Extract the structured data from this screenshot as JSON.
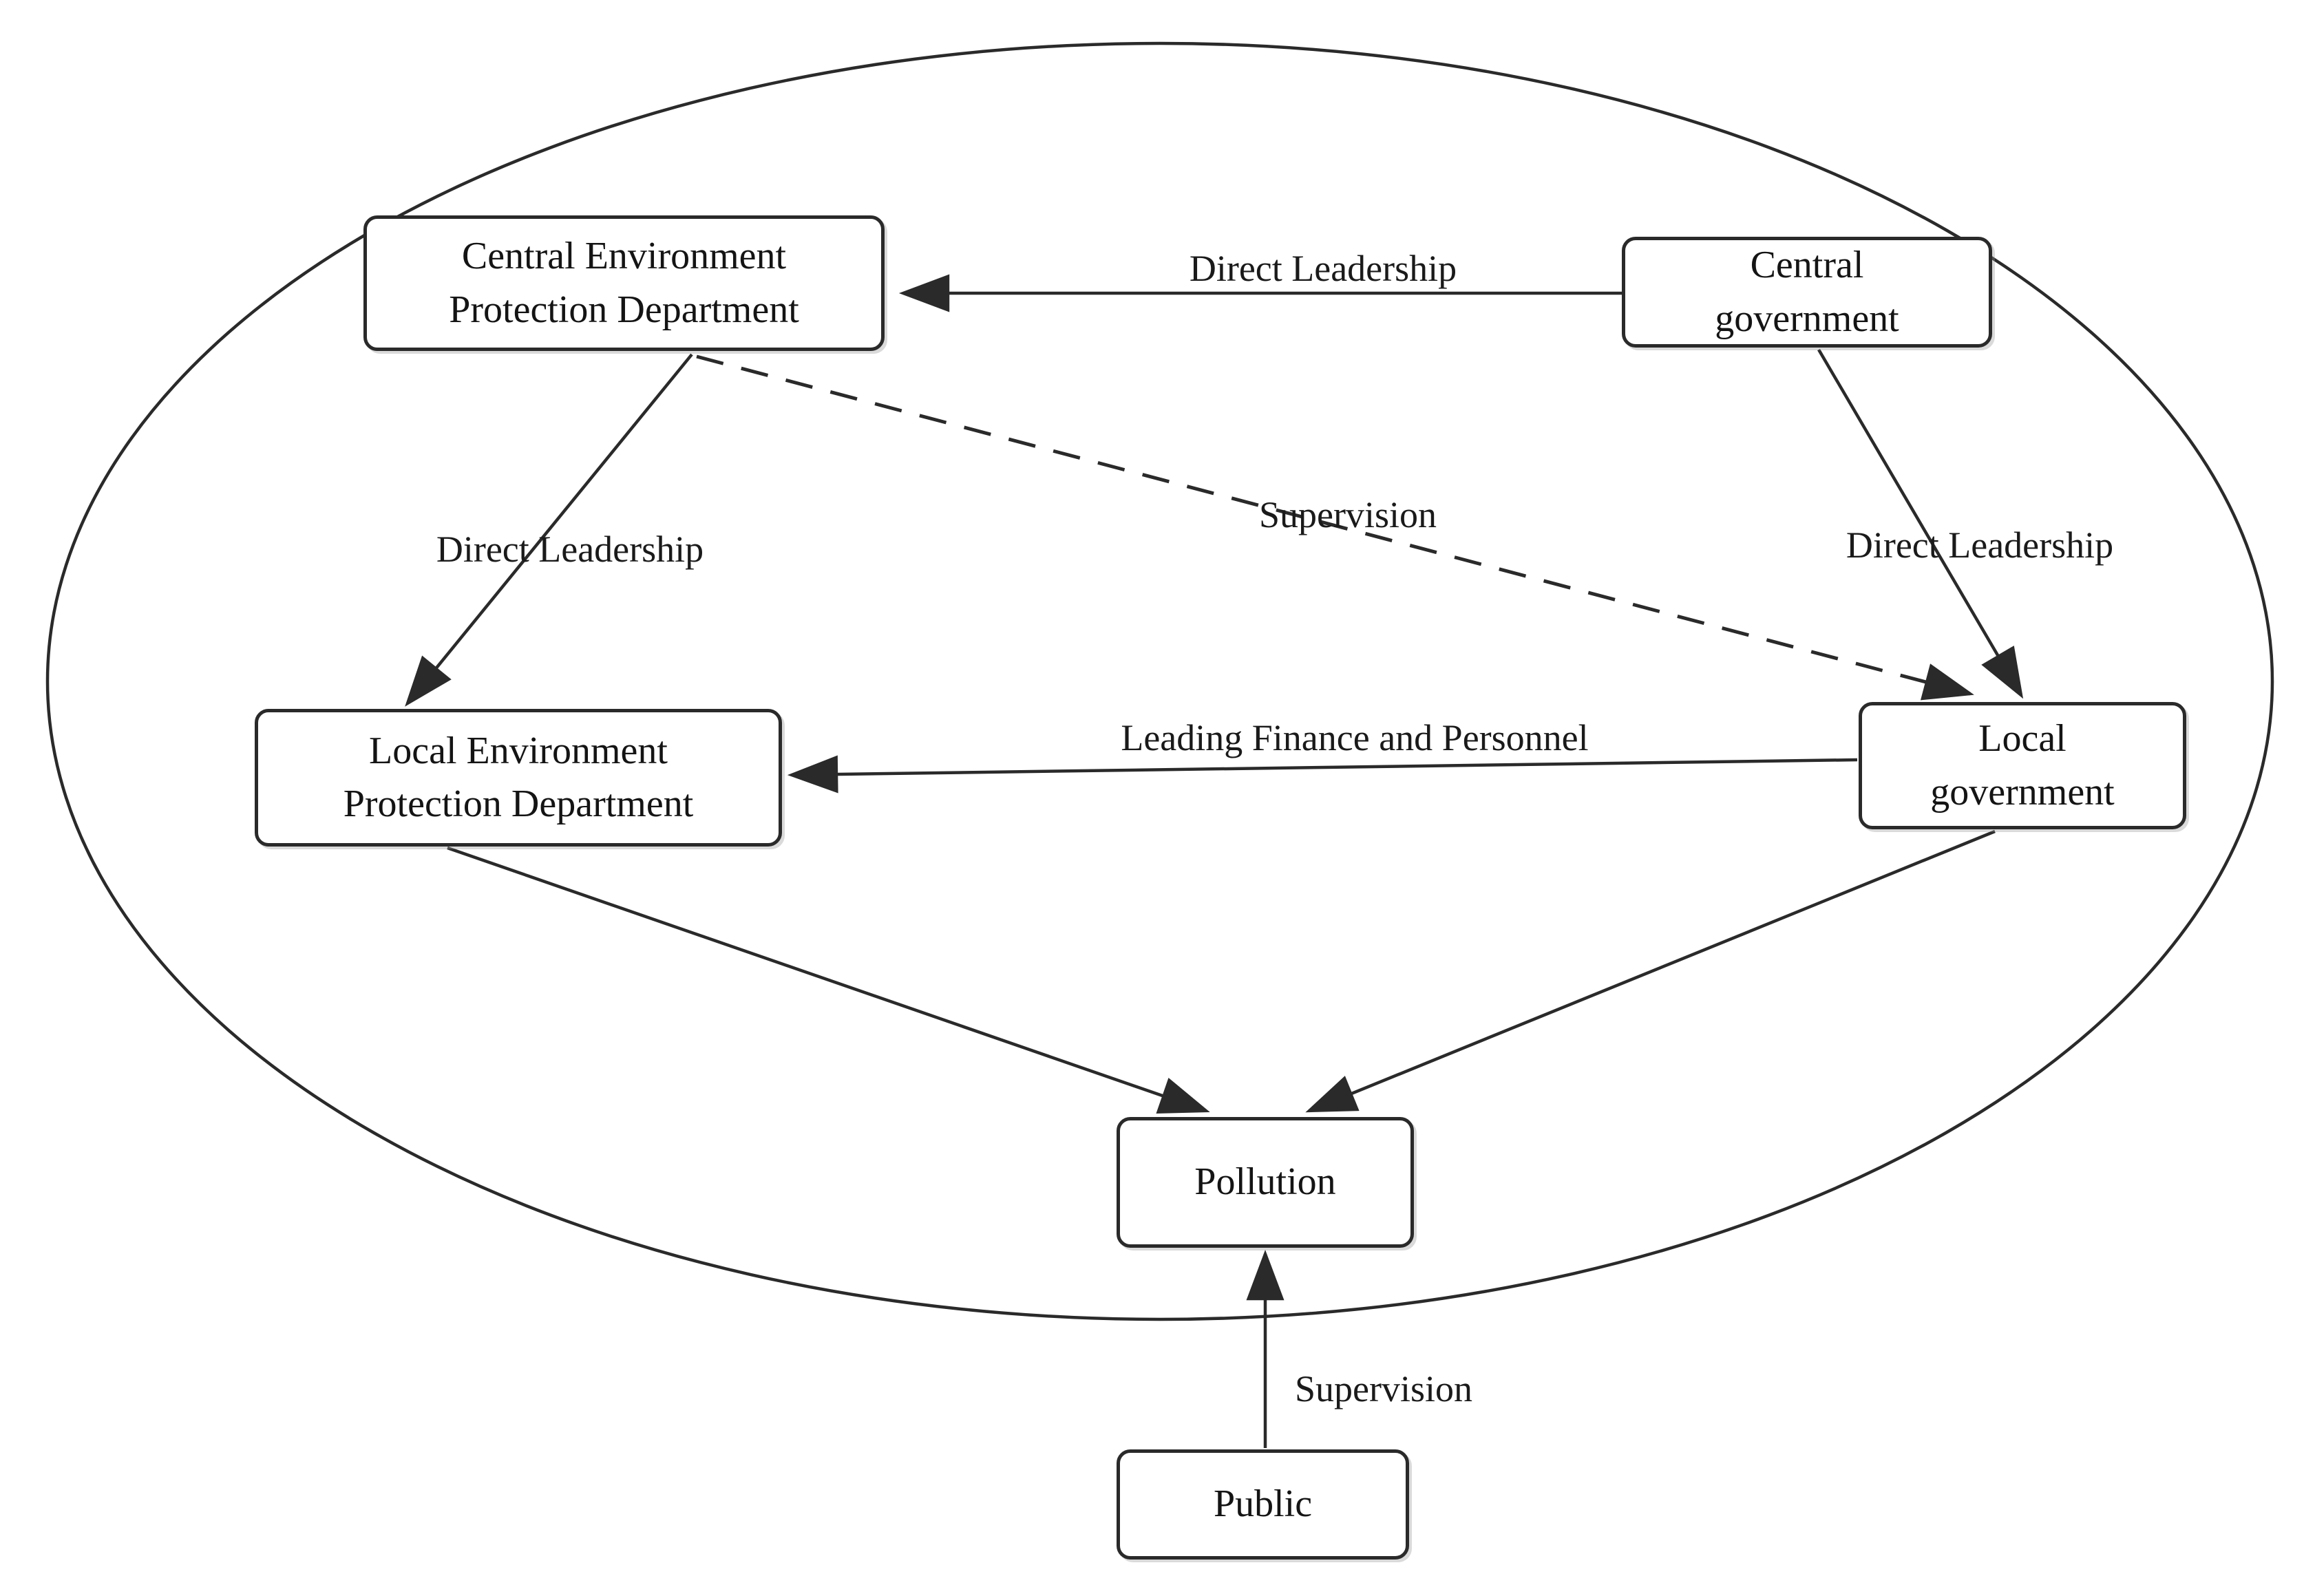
{
  "diagram": {
    "description": "Environmental governance relationship diagram",
    "colors": {
      "stroke": "#2a2a2a",
      "background": "#ffffff",
      "text": "#141414"
    },
    "boundary": "system-ellipse",
    "nodes": [
      {
        "id": "central-epd",
        "label": "Central Environment\nProtection Department"
      },
      {
        "id": "central-gov",
        "label": "Central\ngovernment"
      },
      {
        "id": "local-epd",
        "label": "Local Environment\nProtection Department"
      },
      {
        "id": "local-gov",
        "label": "Local\ngovernment"
      },
      {
        "id": "pollution",
        "label": "Pollution"
      },
      {
        "id": "public",
        "label": "Public"
      }
    ],
    "edges": [
      {
        "from": "central-gov",
        "to": "central-epd",
        "label": "Direct Leadership",
        "style": "solid"
      },
      {
        "from": "central-epd",
        "to": "local-epd",
        "label": "Direct Leadership",
        "style": "solid"
      },
      {
        "from": "central-epd",
        "to": "local-gov",
        "label": "Supervision",
        "style": "dashed"
      },
      {
        "from": "central-gov",
        "to": "local-gov",
        "label": "Direct Leadership",
        "style": "solid"
      },
      {
        "from": "local-gov",
        "to": "local-epd",
        "label": "Leading Finance and Personnel",
        "style": "solid"
      },
      {
        "from": "local-epd",
        "to": "pollution",
        "label": "",
        "style": "solid"
      },
      {
        "from": "local-gov",
        "to": "pollution",
        "label": "",
        "style": "solid"
      },
      {
        "from": "public",
        "to": "pollution",
        "label": "Supervision",
        "style": "solid"
      }
    ]
  }
}
